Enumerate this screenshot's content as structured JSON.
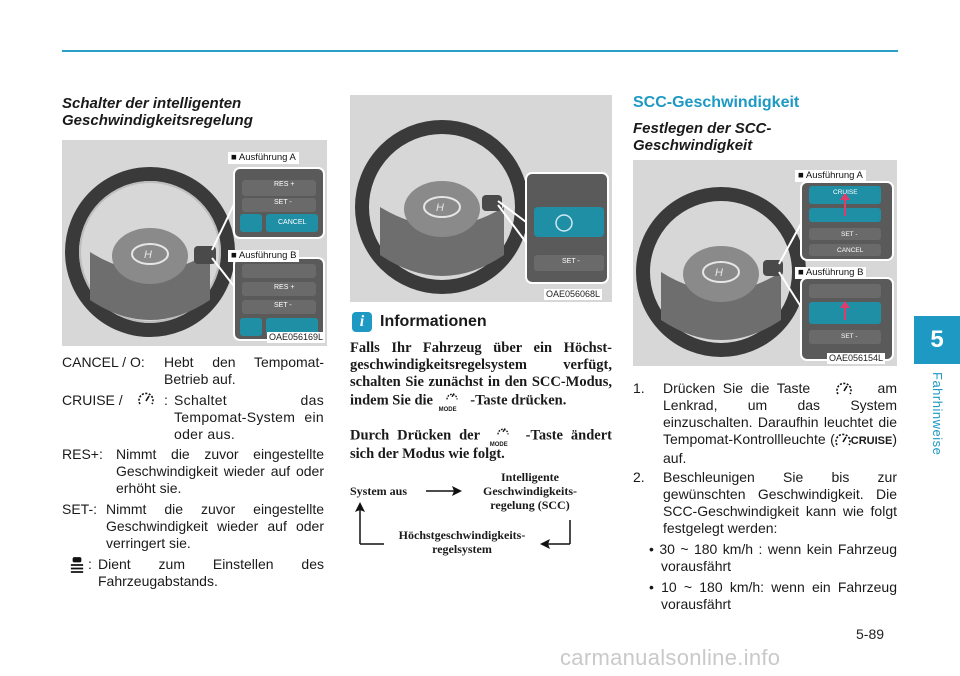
{
  "left": {
    "heading_line1": "Schalter der intelligenten",
    "heading_line2": "Geschwindigkeitsregelung",
    "figure": {
      "code": "OAE056169L",
      "variant_a": "■ Ausführung A",
      "variant_b": "■ Ausführung B",
      "button_labels": [
        "RES +",
        "SET -",
        "CANCEL",
        "RES +",
        "SET -"
      ]
    },
    "definitions": [
      {
        "term": "CANCEL / O:",
        "desc": "Hebt den Tempomat-Betrieb auf."
      },
      {
        "term": "CRUISE /",
        "desc_prefix": ":",
        "desc": "Schaltet das Tempomat-System ein oder aus."
      },
      {
        "term": "RES+:",
        "desc": "Nimmt die zuvor eingestellte Geschwindigkeit wieder auf oder erhöht sie."
      },
      {
        "term": "SET-:",
        "desc": "Nimmt die zuvor eingestellte Geschwindigkeit wieder auf oder verringert sie."
      },
      {
        "term": ":",
        "desc": "Dient zum Einstellen des Fahrzeugabstands."
      }
    ]
  },
  "middle": {
    "figure_code": "OAE056068L",
    "button_label": "SET -",
    "info_title": "Informationen",
    "info_p1a": "Falls Ihr Fahrzeug über ein Höchst-geschwindigkeitsregelsystem verfügt, schalten Sie zunächst in den SCC-Modus, indem Sie die",
    "info_p1b": "-Taste drücken.",
    "info_p2a": "Durch Drücken der",
    "info_p2b": "-Taste ändert sich der Modus wie folgt.",
    "mode_label": "MODE",
    "diagram": {
      "system_off": "System aus",
      "scc_line1": "Intelligente",
      "scc_line2": "Geschwindigkeits-",
      "scc_line3": "regelung (SCC)",
      "limit_line1": "Höchstgeschwindigkeits-",
      "limit_line2": "regelsystem"
    }
  },
  "right": {
    "section_title": "SCC-Geschwindigkeit",
    "sub_line1": "Festlegen der SCC-",
    "sub_line2": "Geschwindigkeit",
    "figure": {
      "code": "OAE056154L",
      "variant_a": "■ Ausführung A",
      "variant_b": "■ Ausführung B",
      "button_labels": [
        "CRUISE",
        "SET -",
        "CANCEL",
        "SET -"
      ]
    },
    "step1_num": "1.",
    "step1_a": "Drücken Sie die Taste",
    "step1_b": "am Lenkrad, um das System einzuschalten. Daraufhin leuchtet die Tempomat-Kontrollleuchte",
    "step1_c": "(",
    "step1_cruise": "CRUISE",
    "step1_d": ") auf.",
    "step2_num": "2.",
    "step2": "Beschleunigen Sie bis zur gewünschten Geschwindigkeit. Die SCC-Geschwindigkeit kann wie folgt festgelegt werden:",
    "bullet1": "• 30 ~ 180 km/h : wenn kein Fahrzeug vorausfährt",
    "bullet2": "• 10 ~ 180 km/h: wenn ein Fahrzeug vorausfährt"
  },
  "chapter": {
    "number": "5",
    "label": "Fahrhinweise"
  },
  "page_number": "5-89",
  "watermark": "carmanualsonline.info",
  "colors": {
    "accent": "#1d99c4",
    "button_teal": "#1f8fa6"
  }
}
